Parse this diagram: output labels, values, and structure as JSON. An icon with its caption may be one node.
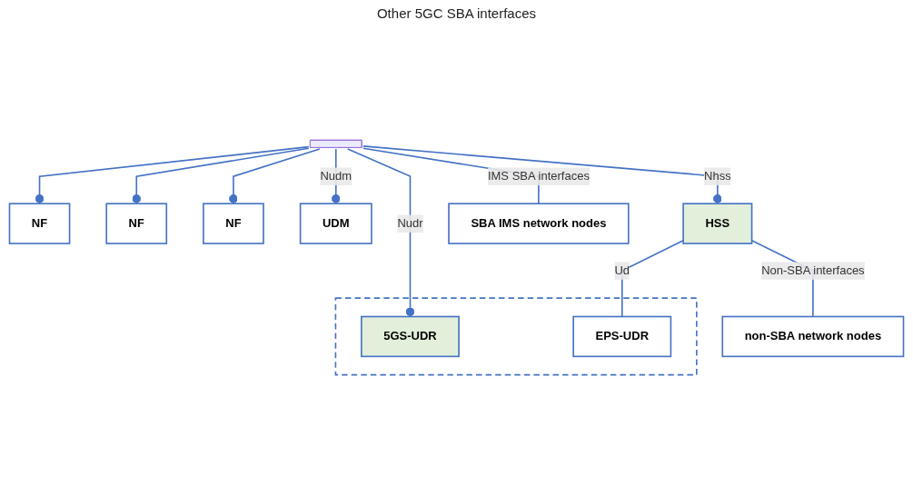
{
  "diagram": {
    "nodes": [
      {
        "text": [
          "NF"
        ]
      },
      {
        "text": [
          "NF"
        ]
      },
      {
        "text": [
          "NF"
        ]
      },
      {
        "text": [
          "UDM"
        ]
      },
      {
        "text": [],
        "shape": "bar"
      },
      {
        "text": [],
        "shape": "box"
      },
      {
        "text": [
          "5GS-UDR"
        ],
        "in": 5
      },
      {
        "text": [
          "HSS"
        ]
      },
      {
        "text": [
          "EPS-UDR"
        ],
        "in": 5
      },
      {
        "text": [
          "SBA IMS network nodes"
        ]
      },
      {
        "text": [
          "non-SBA network nodes"
        ]
      }
    ],
    "edges": [
      {
        "from": 4,
        "to": 0,
        "arrow": "other"
      },
      {
        "from": 4,
        "to": 1,
        "arrow": "other"
      },
      {
        "from": 4,
        "to": 2,
        "arrow": "other"
      },
      {
        "from": 4,
        "to": 3,
        "arrow": "other",
        "label": "Nudm"
      },
      {
        "from": 4,
        "to": 6,
        "arrow": "other",
        "label": "Nudr"
      },
      {
        "from": 4,
        "to": 7,
        "arrow": "other",
        "label": "Nhss"
      },
      {
        "from": 4,
        "to": 9,
        "arrow": "none",
        "label": "IMS SBA interfaces"
      },
      {
        "from": 7,
        "to": 10,
        "arrow": "none",
        "label": "Non-SBA interfaces"
      },
      {
        "from": 7,
        "to": 8,
        "arrow": "none",
        "label": "Ud"
      }
    ],
    "labels": [
      "Other 5GC SBA interfaces"
    ]
  }
}
